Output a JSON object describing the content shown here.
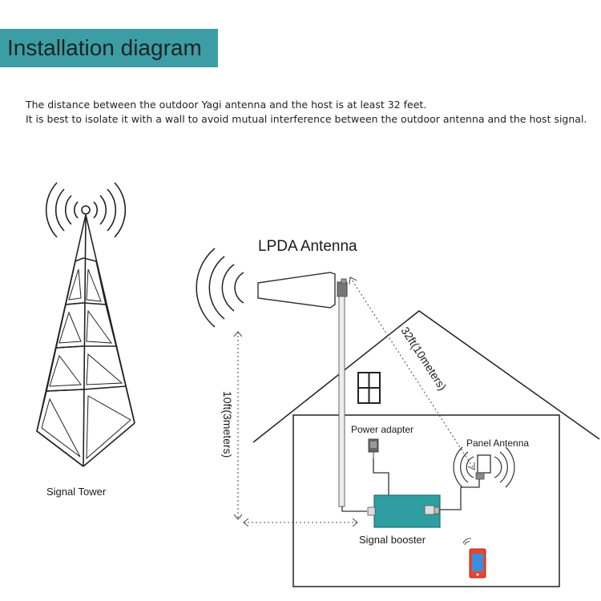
{
  "header": {
    "title": "Installation diagram",
    "description_line1": "The distance between the outdoor Yagi antenna and the host is at least 32 feet.",
    "description_line2": "It is best to isolate it with a wall to avoid mutual interference between the outdoor antenna and the host signal."
  },
  "labels": {
    "tower": "Signal Tower",
    "lpda": "LPDA Antenna",
    "height": "10ft(3meters)",
    "distance": "32ft(10meters)",
    "power_adapter": "Power adapter",
    "panel_antenna": "Panel Antenna",
    "booster": "Signal booster"
  },
  "colors": {
    "title_bg": "#3c9ea4",
    "booster": "#2f9ea3",
    "line": "#333333"
  }
}
